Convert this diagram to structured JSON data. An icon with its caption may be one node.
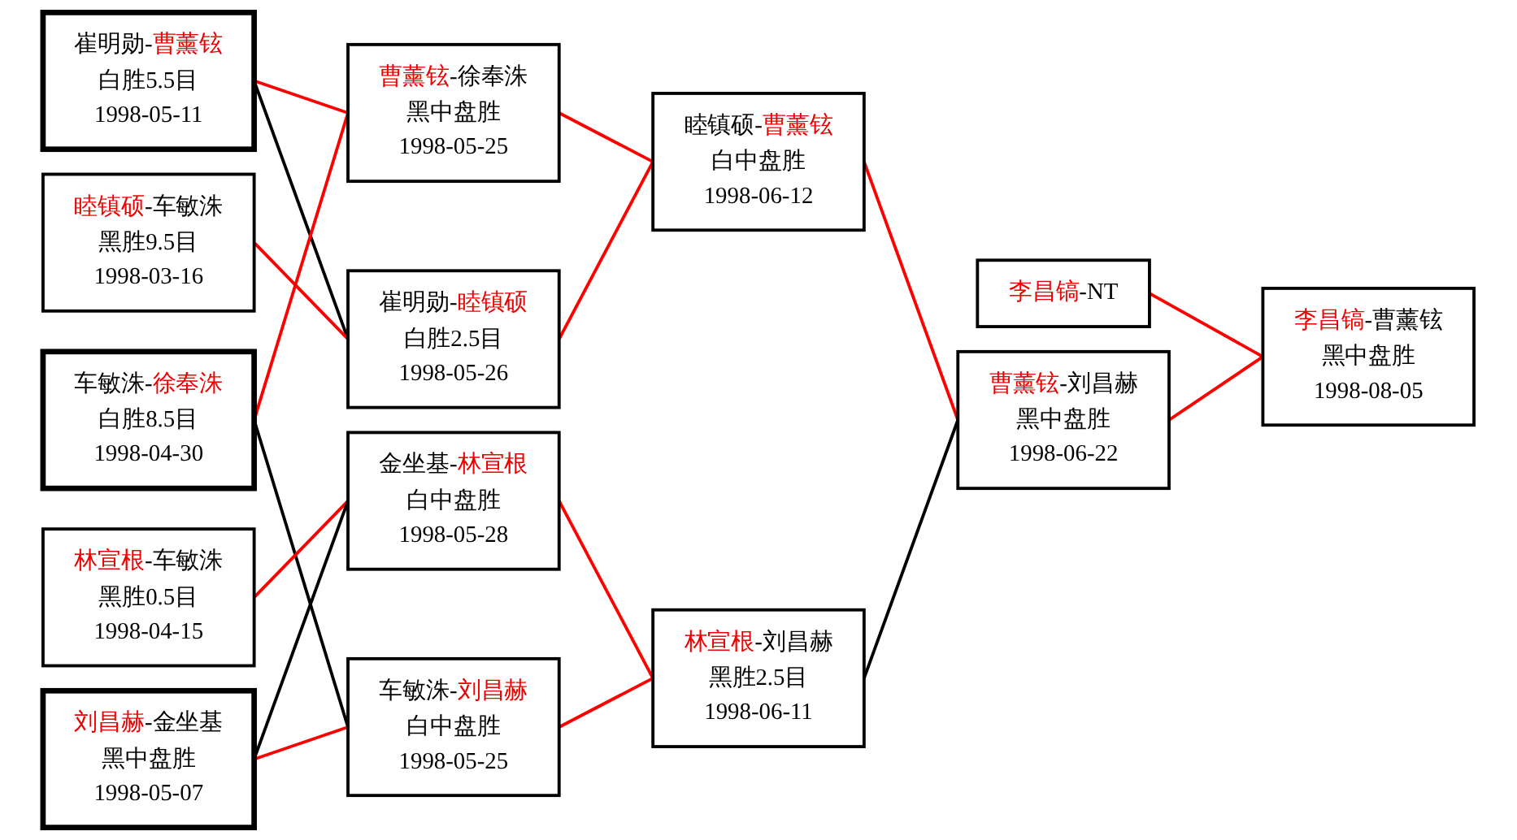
{
  "diagram": {
    "nodes": [
      {
        "text": [
          "崔明勋-曹薰铉",
          "白胜5.5目",
          "1998-05-11"
        ]
      },
      {
        "text": [
          "车敏洙-徐奉洙",
          "白胜8.5目",
          "1998-04-30"
        ]
      },
      {
        "text": [
          "睦镇硕-车敏洙",
          "黑胜9.5目",
          "1998-03-16"
        ]
      },
      {
        "text": [
          "林宣根-车敏洙",
          "黑胜0.5目",
          "1998-04-15"
        ]
      },
      {
        "text": [
          "刘昌赫-金坐基",
          "黑中盘胜",
          "1998-05-07"
        ]
      },
      {
        "text": [
          "曹薰铉-徐奉洙",
          "黑中盘胜",
          "1998-05-25"
        ]
      },
      {
        "text": [
          "崔明勋-睦镇硕",
          "白胜2.5目",
          "1998-05-26"
        ]
      },
      {
        "text": [
          "金坐基-林宣根",
          "白中盘胜",
          "1998-05-28"
        ]
      },
      {
        "text": [
          "车敏洙-刘昌赫",
          "白中盘胜",
          "1998-05-25"
        ]
      },
      {
        "text": [
          "睦镇硕-曹薰铉",
          "白中盘胜",
          "1998-06-12"
        ]
      },
      {
        "text": [
          "林宣根-刘昌赫",
          "黑胜2.5目",
          "1998-06-11"
        ]
      },
      {
        "text": [
          "李昌镐-NT"
        ]
      },
      {
        "text": [
          "曹薰铉-刘昌赫",
          "黑中盘胜",
          "1998-06-22"
        ]
      },
      {
        "text": [
          "李昌镐-曹薰铉",
          "黑中盘胜",
          "1998-08-05"
        ]
      }
    ],
    "edges": [
      {
        "from": 0,
        "to": 5,
        "arrow": "none"
      },
      {
        "from": 0,
        "to": 6,
        "arrow": "none",
        "color": "#000000"
      },
      {
        "from": 1,
        "to": 5,
        "arrow": "none"
      },
      {
        "from": 1,
        "to": 8,
        "arrow": "none",
        "color": "#000000"
      },
      {
        "from": 2,
        "to": 6,
        "arrow": "none"
      },
      {
        "from": 3,
        "to": 7,
        "arrow": "none"
      },
      {
        "from": 4,
        "to": 7,
        "arrow": "none",
        "color": "#000000"
      },
      {
        "from": 4,
        "to": 8,
        "arrow": "none"
      },
      {
        "from": 5,
        "to": 9,
        "arrow": "none"
      },
      {
        "from": 6,
        "to": 9,
        "arrow": "none"
      },
      {
        "from": 7,
        "to": 10,
        "arrow": "none"
      },
      {
        "from": 8,
        "to": 10,
        "arrow": "none"
      },
      {
        "from": 9,
        "to": 12,
        "arrow": "none"
      },
      {
        "from": 10,
        "to": 12,
        "arrow": "none",
        "color": "#000000"
      },
      {
        "from": 11,
        "to": 13,
        "arrow": "none"
      },
      {
        "from": 12,
        "to": 13,
        "arrow": "none"
      }
    ]
  }
}
